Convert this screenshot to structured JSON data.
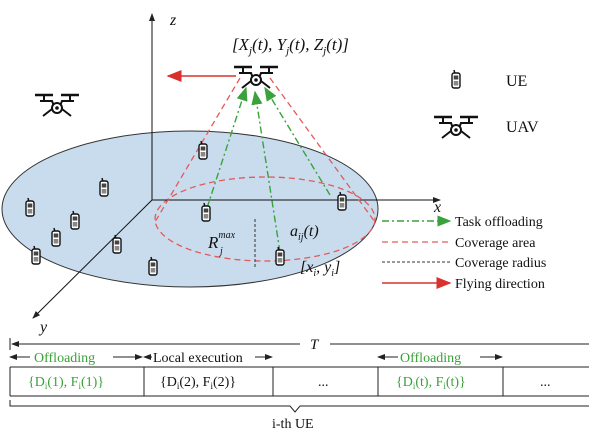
{
  "axes": {
    "x": "x",
    "y": "y",
    "z": "z"
  },
  "uav_position": {
    "open": "[",
    "X": "X",
    "Y": "Y",
    "Z": "Z",
    "sub": "j",
    "arg": "(t)",
    "sep": ", ",
    "close": "]"
  },
  "legend": {
    "ue": "UE",
    "uav": "UAV",
    "task_offloading": "Task offloading",
    "coverage_area": "Coverage area",
    "coverage_radius": "Coverage radius",
    "flying_direction": "Flying direction"
  },
  "radius_label": {
    "base": "R",
    "sub": "j",
    "sup": "max"
  },
  "link_label": {
    "base": "a",
    "sub": "ij",
    "arg": "(t)"
  },
  "ue_position": {
    "open": "[",
    "x": "x",
    "xsub": "i",
    "sep": ", ",
    "y": "y",
    "ysub": "i",
    "close": "]"
  },
  "timeline": {
    "total": "T",
    "phase1": "Offloading",
    "phase2": "Local execution",
    "phase3": "Offloading",
    "cells": [
      "{D",
      "(1), F",
      "(1)}",
      "{D",
      "(2), F",
      "(2)}",
      "...",
      "{D",
      "(t), F",
      "(t)}",
      "..."
    ],
    "cell_sub": "i",
    "caption": "i-th UE"
  },
  "colors": {
    "disk_fill": "#c9dced",
    "coverage": "#e35a5a",
    "offload": "#3aa23a",
    "flying": "#d9322e"
  }
}
